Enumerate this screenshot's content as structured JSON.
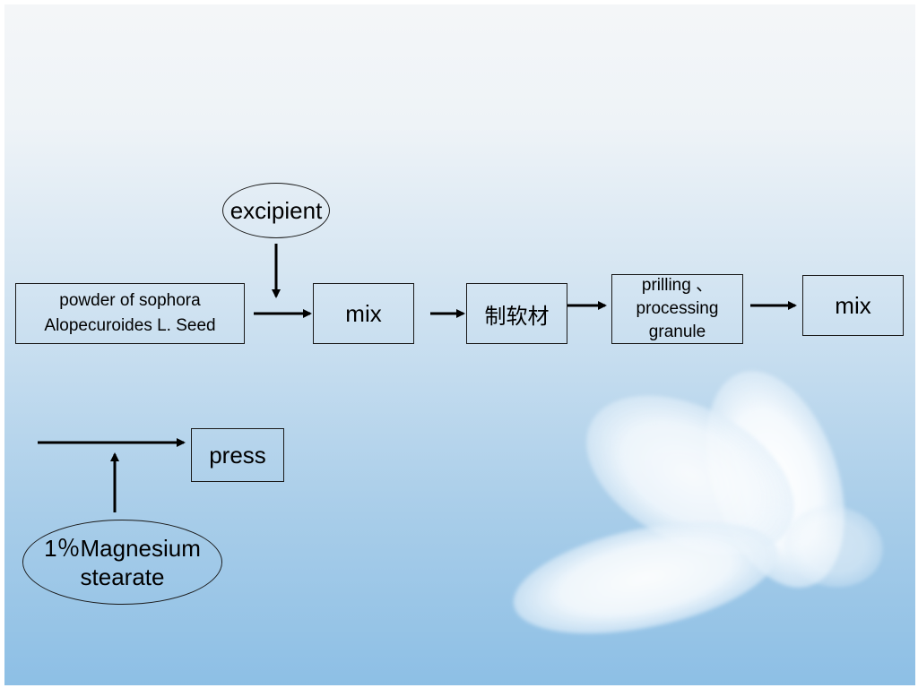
{
  "diagram": {
    "steps": {
      "powder": [
        "powder of sophora",
        "Alopecuroides L.   Seed"
      ],
      "mix1": "mix",
      "soft_material": "制软材",
      "prilling": [
        "prilling 、",
        "processing",
        "granule"
      ],
      "mix2": "mix",
      "press": "press"
    },
    "inputs": {
      "excipient": "excipient",
      "magnesium": [
        "1％Magnesium",
        "stearate"
      ]
    }
  },
  "colors": {
    "line": "#000000",
    "background_top": "#f4f6f8",
    "background_bottom": "#8dbfe5"
  },
  "decor": {
    "icon": "flower-petals-icon"
  }
}
